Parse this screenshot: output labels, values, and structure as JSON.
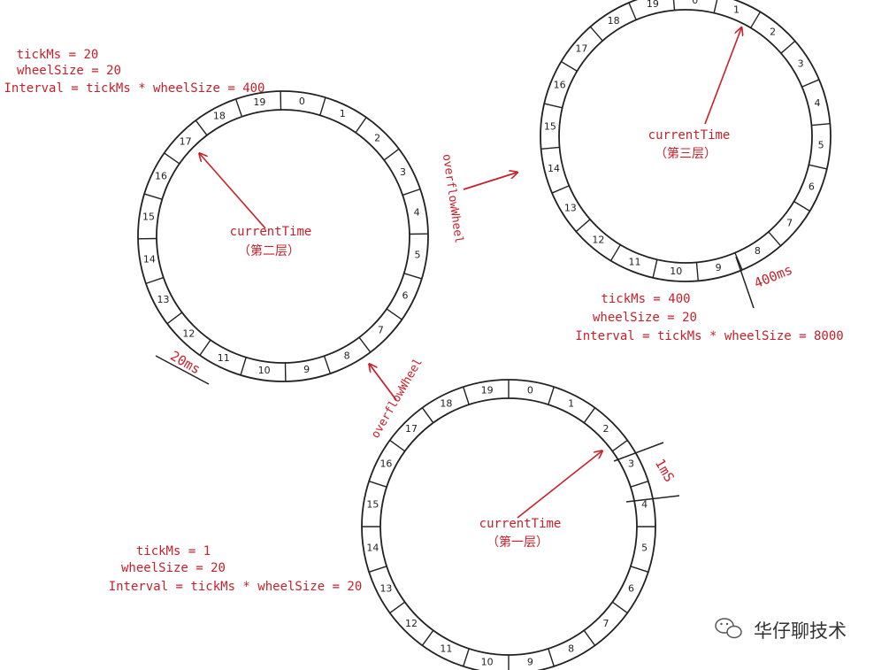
{
  "wheels": [
    {
      "id": "wheel-layer2",
      "center_label": "currentTime",
      "layer_label": "（第二层）",
      "params": [
        "tickMs = 20",
        "wheelSize = 20",
        "Interval = tickMs * wheelSize = 400"
      ],
      "tick_label": "20ms",
      "slots": [
        "0",
        "1",
        "2",
        "3",
        "4",
        "5",
        "6",
        "7",
        "8",
        "9",
        "10",
        "11",
        "12",
        "13",
        "14",
        "15",
        "16",
        "17",
        "18",
        "19"
      ],
      "pointer_slot": "17"
    },
    {
      "id": "wheel-layer3",
      "center_label": "currentTime",
      "layer_label": "（第三层）",
      "params": [
        "tickMs = 400",
        "wheelSize = 20",
        "Interval = tickMs * wheelSize = 8000"
      ],
      "tick_label": "400ms",
      "slots": [
        "0",
        "1",
        "2",
        "3",
        "4",
        "5",
        "6",
        "7",
        "8",
        "9",
        "10",
        "11",
        "12",
        "13",
        "14",
        "15",
        "16",
        "17",
        "18",
        "19"
      ],
      "pointer_slot": "1"
    },
    {
      "id": "wheel-layer1",
      "center_label": "currentTime",
      "layer_label": "（第一层）",
      "params": [
        "tickMs = 1",
        "wheelSize = 20",
        "Interval = tickMs * wheelSize = 20"
      ],
      "tick_label": "1mS",
      "slots": [
        "0",
        "1",
        "2",
        "3",
        "4",
        "5",
        "6",
        "7",
        "8",
        "9",
        "10",
        "11",
        "12",
        "13",
        "14",
        "15",
        "16",
        "17",
        "18",
        "19"
      ],
      "pointer_slot": "2"
    }
  ],
  "arrows": [
    {
      "id": "overflow-1-to-2",
      "label": "overflowWheel"
    },
    {
      "id": "overflow-2-to-3",
      "label": "overflowWheel"
    }
  ],
  "watermark": {
    "icon": "wechat-icon",
    "text": "华仔聊技术"
  },
  "colors": {
    "accent": "#c8202a",
    "ink": "#222222"
  }
}
